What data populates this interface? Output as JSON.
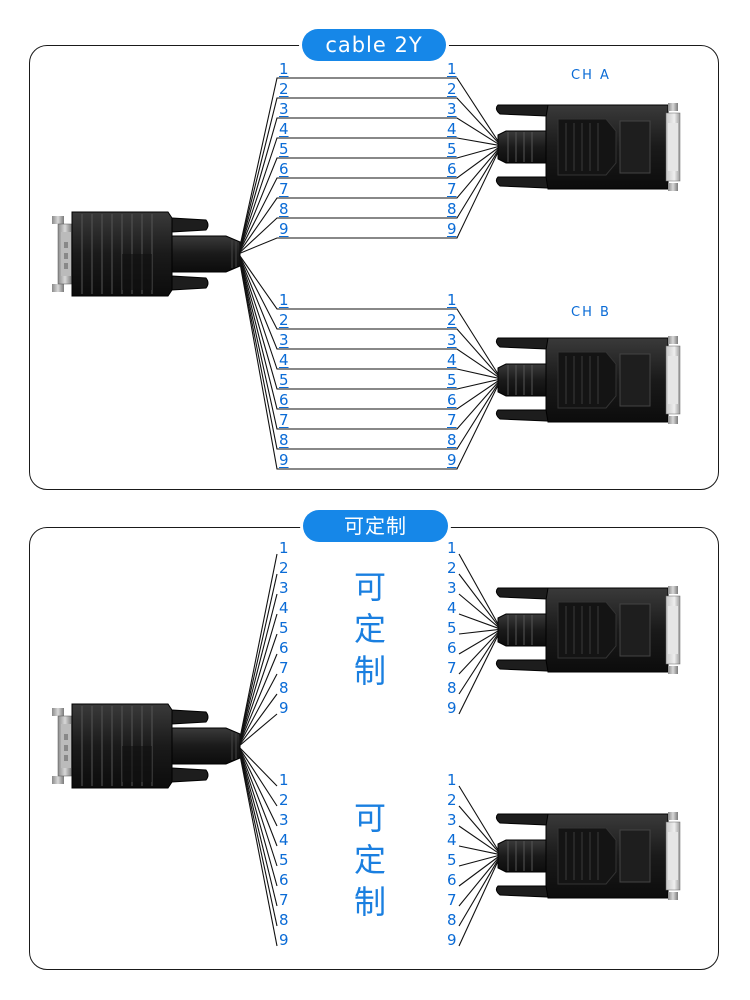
{
  "panel_top": {
    "badge": "cable 2Y",
    "ch_a": "CH A",
    "ch_b": "CH B",
    "pins": [
      "1",
      "2",
      "3",
      "4",
      "5",
      "6",
      "7",
      "8",
      "9"
    ]
  },
  "panel_bottom": {
    "badge": "可定制",
    "custom_upper": [
      "可",
      "定",
      "制"
    ],
    "custom_lower": [
      "可",
      "定",
      "制"
    ],
    "pins": [
      "1",
      "2",
      "3",
      "4",
      "5",
      "6",
      "7",
      "8",
      "9"
    ]
  },
  "colors": {
    "accent": "#1687e8",
    "pin_text": "#0a6bd6",
    "connector": "#1c1c1c"
  }
}
